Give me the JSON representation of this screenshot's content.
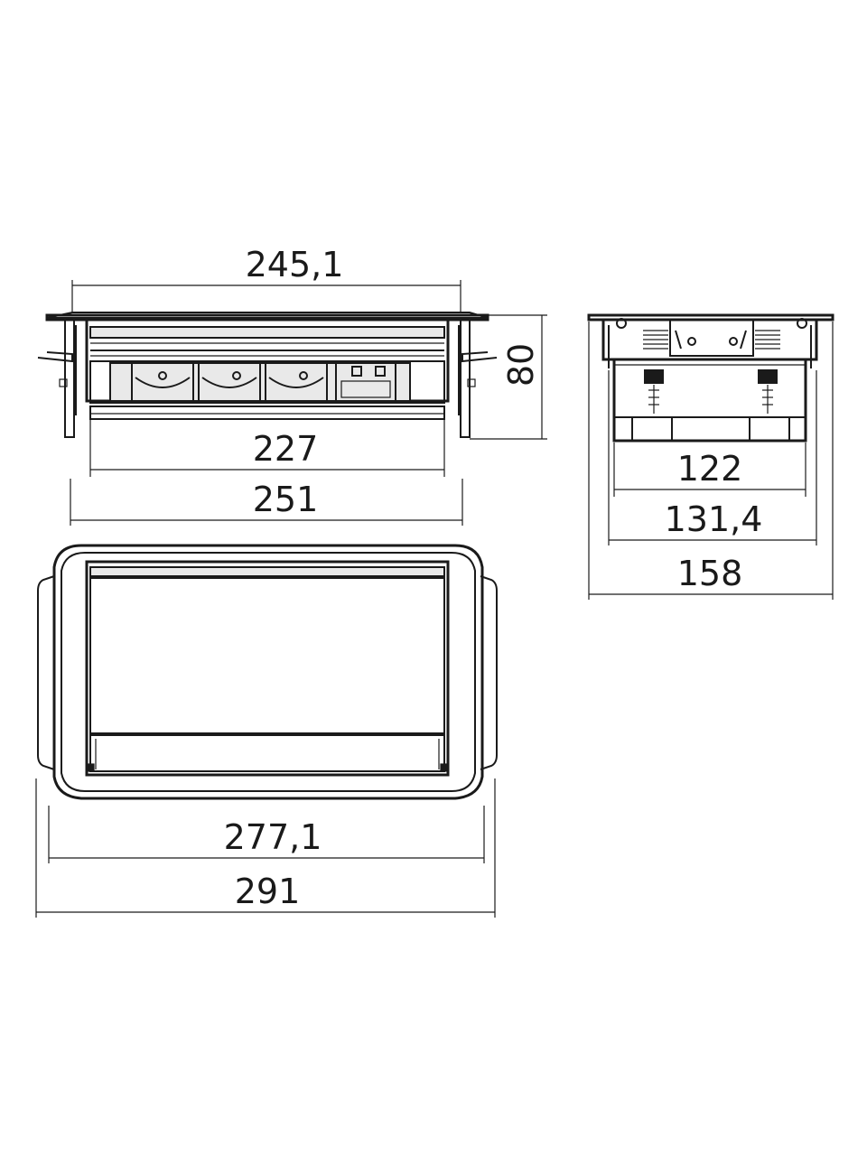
{
  "dimensions": {
    "front_top": "245,1",
    "front_height": "80",
    "front_inner": "227",
    "front_outer": "251",
    "plan_inner": "277,1",
    "plan_outer": "291",
    "side_inner": "122",
    "side_mid": "131,4",
    "side_outer": "158"
  }
}
